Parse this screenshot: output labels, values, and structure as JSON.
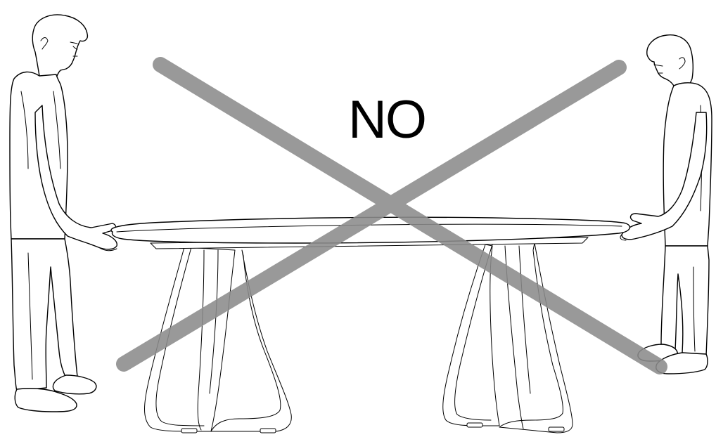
{
  "instruction": {
    "label": "NO",
    "cross_color": "#8c8c8c",
    "line_color": "#000000",
    "background": "#ffffff"
  },
  "figures": {
    "left_person": "person-holding-table-edge",
    "right_person": "person-holding-table-edge",
    "table": "oval-table-with-bent-legs"
  }
}
